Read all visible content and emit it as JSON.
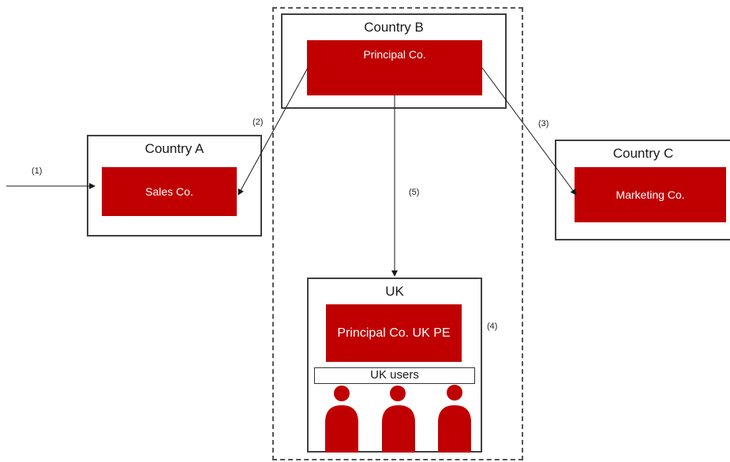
{
  "countries": {
    "a": {
      "title": "Country A",
      "company": "Sales Co."
    },
    "b": {
      "title": "Country B",
      "company": "Principal Co."
    },
    "c": {
      "title": "Country C",
      "company": "Marketing Co."
    },
    "uk": {
      "title": "UK",
      "company": "Principal Co. UK PE",
      "users_label": "UK users"
    }
  },
  "steps": {
    "s1": "(1)",
    "s2": "(2)",
    "s3": "(3)",
    "s4": "(4)",
    "s5": "(5)"
  },
  "colors": {
    "company_fill": "#c00000",
    "border": "#404040",
    "dashed_border": "#555555"
  }
}
